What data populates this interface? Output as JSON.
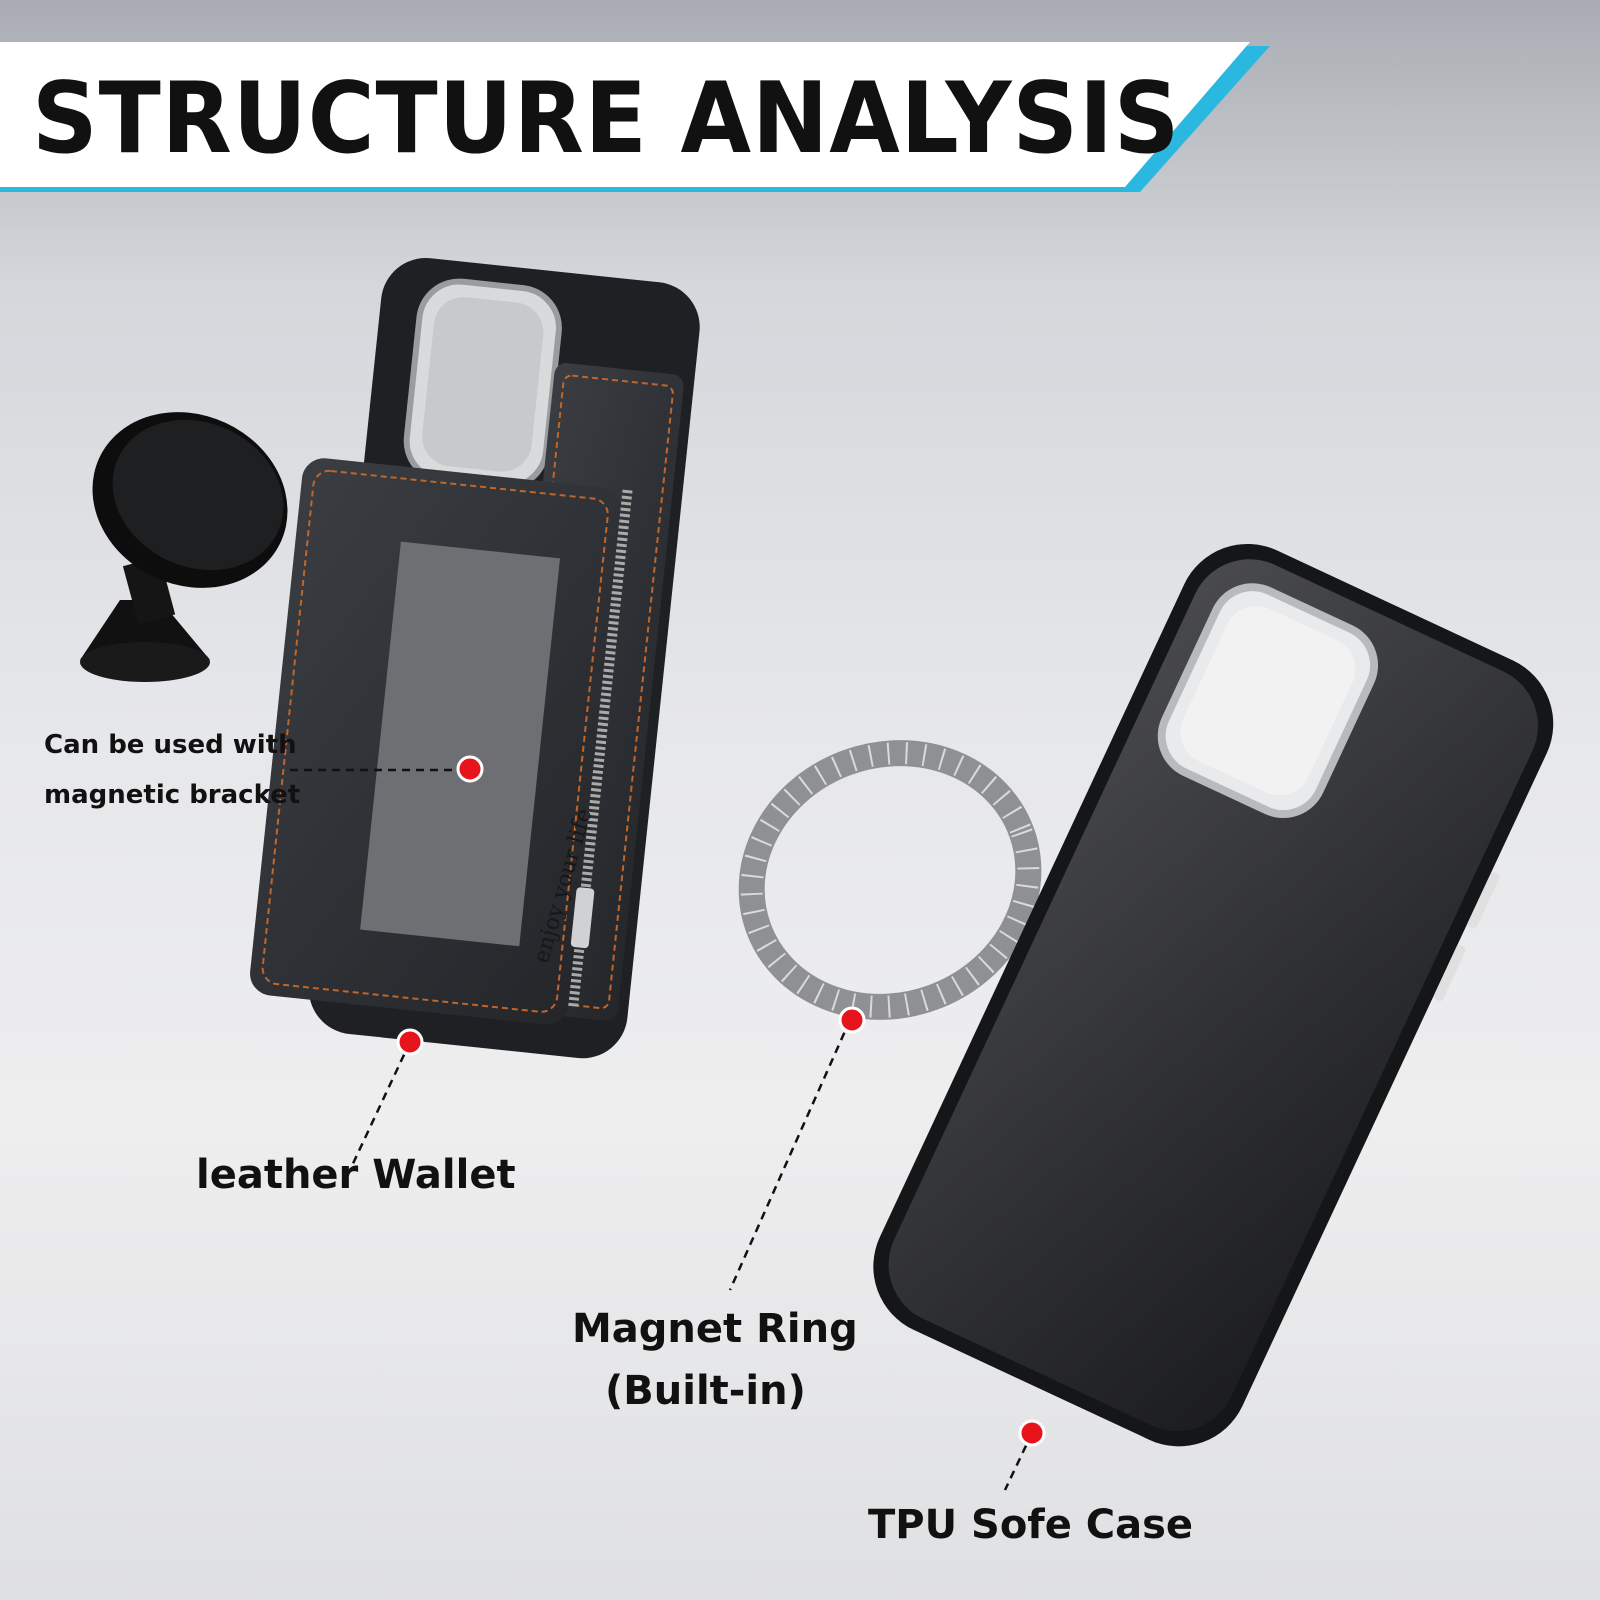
{
  "header": {
    "title": "STRUCTURE ANALYSIS"
  },
  "labels": {
    "bracket_line1": "Can be used with",
    "bracket_line2": "magnetic bracket",
    "wallet": "leather Wallet",
    "ring_line1": "Magnet Ring",
    "ring_line2": "(Built-in)",
    "case": "TPU Sofe Case"
  },
  "wallet_emboss": "enjoy your life",
  "colors": {
    "accent": "#2bb8e0",
    "marker": "#e8141c",
    "stitch": "#c0662a"
  }
}
